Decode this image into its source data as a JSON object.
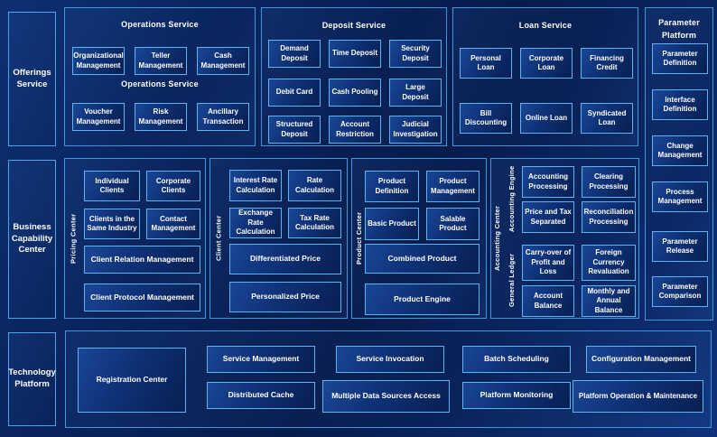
{
  "colors": {
    "background": "#081f52",
    "panel_border": "#3f96da",
    "box_border": "#5fb3ef",
    "box_fill": "#0e3176",
    "text": "#ffffff"
  },
  "offerings": {
    "label": "Offerings Service",
    "operations": {
      "title": "Operations Service",
      "mid_label": "Operations Service",
      "row1": [
        "Organizational Management",
        "Teller Management",
        "Cash Management"
      ],
      "row2": [
        "Voucher Management",
        "Risk Management",
        "Ancillary Transaction"
      ]
    },
    "deposit": {
      "title": "Deposit Service",
      "items": [
        "Demand Deposit",
        "Time Deposit",
        "Security Deposit",
        "Debit Card",
        "Cash Pooling",
        "Large Deposit",
        "Structured Deposit",
        "Account Restriction",
        "Judicial Investigation"
      ]
    },
    "loan": {
      "title": "Loan Service",
      "items": [
        "Personal Loan",
        "Corporate Loan",
        "Financing Credit",
        "Bill Discounting",
        "Online Loan",
        "Syndicated Loan"
      ]
    }
  },
  "parameter_platform": {
    "title": "Parameter Platform",
    "items": [
      "Parameter Definition",
      "Interface Definition",
      "Change Management",
      "Process Management",
      "Parameter Release",
      "Parameter Comparison"
    ]
  },
  "business": {
    "label": "Business Capability Center",
    "pricing_center": {
      "vlabel": "Pricing Center",
      "small": [
        "Individual Clients",
        "Corporate Clients",
        "Clients in the Same Industry",
        "Contact Management"
      ],
      "wide": [
        "Client Relation Management",
        "Client Protocol Management"
      ]
    },
    "client_center": {
      "vlabel": "Client Center",
      "small": [
        "Interest Rate Calculation",
        "Rate Calculation",
        "Exchange Rate Calculation",
        "Tax Rate Calculation"
      ],
      "wide": [
        "Differentiated Price",
        "Personalized Price"
      ]
    },
    "product_center": {
      "vlabel": "Product Center",
      "small": [
        "Product Definition",
        "Product Management",
        "Basic Product",
        "Salable Product"
      ],
      "wide": [
        "Combined Product",
        "Product Engine"
      ]
    },
    "accounting_center": {
      "vlabel": "Accounting Center",
      "engine": {
        "vlabel": "Accounting Engine",
        "items": [
          "Accounting Processing",
          "Clearing Processing",
          "Price and Tax Separated",
          "Reconciliation Processing"
        ]
      },
      "ledger": {
        "vlabel": "General Ledger",
        "items": [
          "Carry-over of Profit and Loss",
          "Foreign Currency Revaluation",
          "Account Balance",
          "Monthly and Annual Balance"
        ]
      }
    }
  },
  "technology": {
    "label": "Technology Platform",
    "registration": "Registration Center",
    "top": [
      "Service Management",
      "Service Invocation",
      "Batch Scheduling",
      "Configuration Management"
    ],
    "bottom": [
      "Distributed Cache",
      "Multiple Data Sources Access",
      "Platform Monitoring",
      "Platform Operation & Maintenance"
    ]
  }
}
